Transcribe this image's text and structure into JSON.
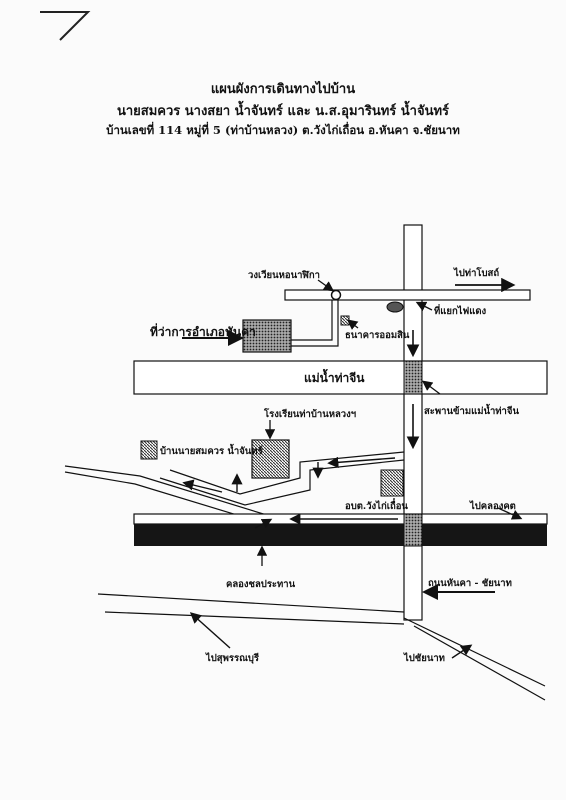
{
  "header": {
    "title": "แผนผังการเดินทางไปบ้าน",
    "names": "นายสมควร   นางสยา   น้ำจันทร์  และ  น.ส.อุมารินทร์  น้ำจันทร์",
    "address": "บ้านเลขที่ 114 หมู่ที่ 5 (ท่าบ้านหลวง)  ต.วังไก่เถื่อน  อ.หันคา  จ.ชัยนาท"
  },
  "map": {
    "roundabout": "วงเวียนหอนาฬิกา",
    "to_tha_pho": "ไปท่าโบสถ์",
    "traffic_light": "ที่แยกไฟแดง",
    "bank": "ธนาคารออมสิน",
    "district_office": "ที่ว่าการอำเภอหันคา",
    "river": "แม่น้ำท่าจีน",
    "bridge": "สะพานข้ามแม่น้ำท่าจีน",
    "school": "โรงเรียนท่าบ้านหลวงฯ",
    "house": "บ้านนายสมควร น้ำจันทร์",
    "sao": "อบต.วังไก่เถื่อน",
    "to_khlong": "ไปคลองคต",
    "canal": "คลองชลประทาน",
    "road_name": "ถนนหันคา - ชัยนาท",
    "to_suphan": "ไปสุพรรณบุรี",
    "to_chainat": "ไปชัยนาท"
  },
  "colors": {
    "ink": "#111111",
    "canal": "#151515",
    "paper": "#fbfbfb"
  }
}
